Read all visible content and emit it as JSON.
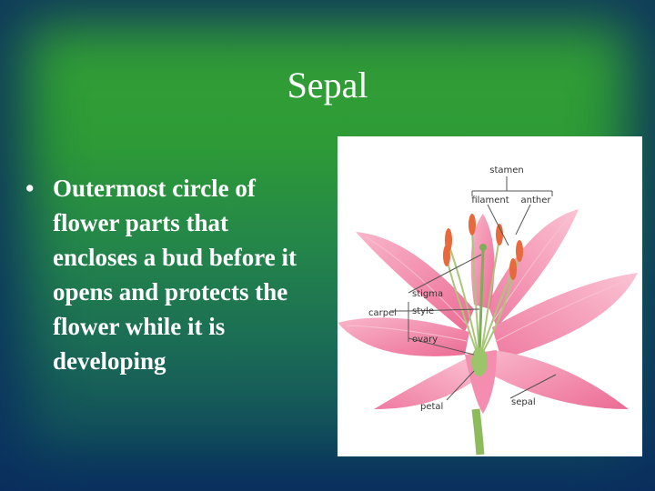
{
  "slide": {
    "title": "Sepal",
    "bullet": "Outermost circle of flower parts that encloses a bud before it opens and protects the flower while it is developing"
  },
  "diagram": {
    "labels": {
      "stamen": "stamen",
      "filament": "filament",
      "anther": "anther",
      "stigma": "stigma",
      "carpel": "carpel",
      "style": "style",
      "ovary": "ovary",
      "petal": "petal",
      "sepal": "sepal"
    }
  },
  "colors": {
    "background_top": "#35a235",
    "background_bottom": "#0b3a5a",
    "petal_pink": "#f27aa0",
    "anther_orange": "#e8693b",
    "stem_green": "#8dbb5c"
  }
}
